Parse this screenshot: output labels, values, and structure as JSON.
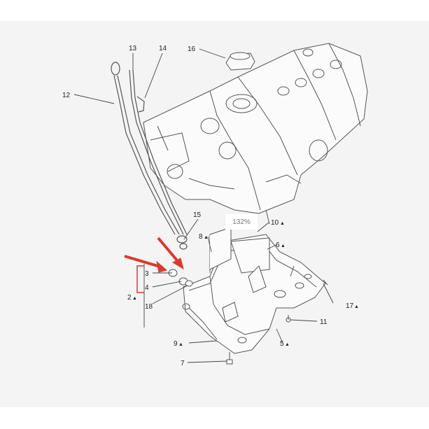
{
  "colors": {
    "background": "#f4f4f4",
    "line": "#444444",
    "highlight": "#d93a2b"
  },
  "zoom_label": "132%",
  "callouts": [
    {
      "id": "12",
      "label": "12",
      "marker": ""
    },
    {
      "id": "13",
      "label": "13",
      "marker": ""
    },
    {
      "id": "14",
      "label": "14",
      "marker": ""
    },
    {
      "id": "16",
      "label": "16",
      "marker": ""
    },
    {
      "id": "15",
      "label": "15",
      "marker": ""
    },
    {
      "id": "8",
      "label": "8",
      "marker": "▲"
    },
    {
      "id": "10",
      "label": "10",
      "marker": "▲"
    },
    {
      "id": "6",
      "label": "6",
      "marker": "▲"
    },
    {
      "id": "3",
      "label": "3",
      "marker": ""
    },
    {
      "id": "4",
      "label": "4",
      "marker": ""
    },
    {
      "id": "2",
      "label": "2",
      "marker": "▲"
    },
    {
      "id": "18",
      "label": "18",
      "marker": ""
    },
    {
      "id": "17",
      "label": "17",
      "marker": "▲"
    },
    {
      "id": "11",
      "label": "11",
      "marker": ""
    },
    {
      "id": "9",
      "label": "9",
      "marker": "▲"
    },
    {
      "id": "5",
      "label": "5",
      "marker": "▲"
    },
    {
      "id": "7",
      "label": "7",
      "marker": ""
    }
  ]
}
